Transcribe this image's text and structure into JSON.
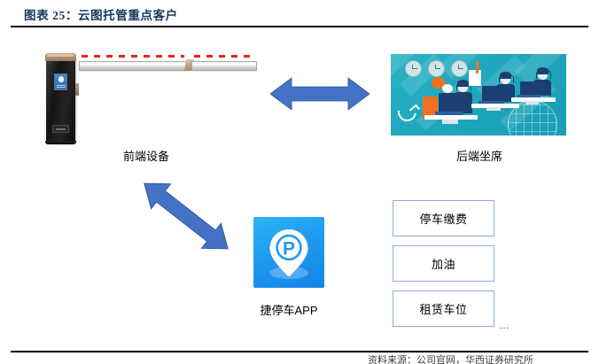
{
  "figure": {
    "title": "图表 25：云图托管重点客户",
    "source_note": "资料来源：公司官网，华西证券研究所"
  },
  "nodes": {
    "front_end": {
      "label": "前端设备",
      "image_name": "parking-barrier-gate-photo"
    },
    "back_end": {
      "label": "后端坐席",
      "image_name": "call-center-agents-illustration"
    },
    "app": {
      "label": "捷停车APP",
      "icon_letter": "P",
      "image_name": "jietingche-app-icon"
    }
  },
  "services": {
    "items": [
      {
        "label": "停车缴费"
      },
      {
        "label": "加油"
      },
      {
        "label": "租赁车位"
      }
    ],
    "more_indicator": "…"
  },
  "connectors": [
    {
      "name": "front-end-to-back-end",
      "style": "double-headed-horizontal"
    },
    {
      "name": "front-end-to-app",
      "style": "double-headed-diagonal"
    }
  ],
  "colors": {
    "title": "#17375e",
    "arrow": "#4472c4",
    "box_border": "#8faadc",
    "app_blue": "#1f9bf0",
    "callcenter_teal": "#1fa8bd"
  }
}
